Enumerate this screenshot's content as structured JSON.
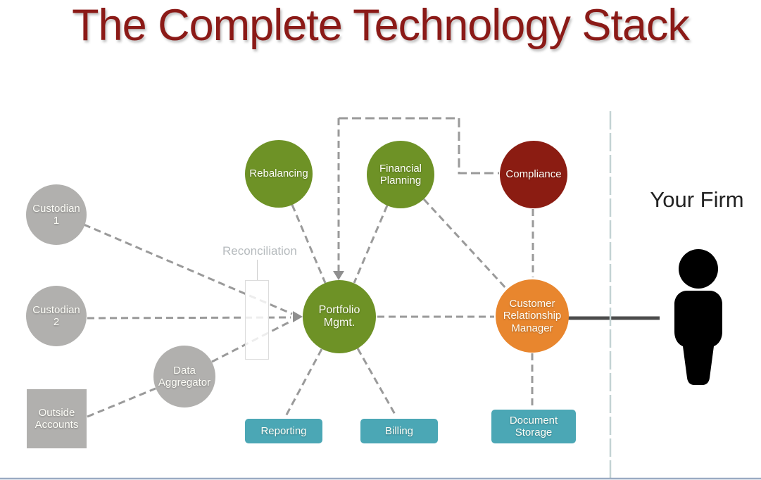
{
  "title": {
    "text": "The Complete Technology Stack",
    "color": "#8b1a17"
  },
  "your_firm": {
    "label": "Your Firm",
    "icon": "person-silhouette-icon"
  },
  "annotations": {
    "reconciliation": {
      "label": "Reconciliation"
    }
  },
  "nodes": {
    "custodian_1": {
      "label": "Custodian\n1",
      "shape": "circle",
      "color": "#b1b0ae"
    },
    "custodian_2": {
      "label": "Custodian\n2",
      "shape": "circle",
      "color": "#b1b0ae"
    },
    "data_aggregator": {
      "label": "Data\nAggregator",
      "shape": "circle",
      "color": "#b1b0ae"
    },
    "outside_accounts": {
      "label": "Outside\nAccounts",
      "shape": "square",
      "color": "#b1b0ae"
    },
    "rebalancing": {
      "label": "Rebalancing",
      "shape": "circle",
      "color": "#6e9226"
    },
    "financial_planning": {
      "label": "Financial\nPlanning",
      "shape": "circle",
      "color": "#6e9226"
    },
    "compliance": {
      "label": "Compliance",
      "shape": "circle",
      "color": "#8b1c12"
    },
    "portfolio_mgmt": {
      "label": "Portfolio\nMgmt.",
      "shape": "circle",
      "color": "#6e9226"
    },
    "customer_relationship_manager": {
      "label": "Customer\nRelationship\nManager",
      "shape": "circle",
      "color": "#e8862e"
    },
    "reporting": {
      "label": "Reporting",
      "shape": "rect",
      "color": "#4ba7b5"
    },
    "billing": {
      "label": "Billing",
      "shape": "rect",
      "color": "#4ba7b5"
    },
    "document_storage": {
      "label": "Document\nStorage",
      "shape": "rect",
      "color": "#4ba7b5"
    }
  },
  "connections": [
    "Custodian 1 -> Portfolio Mgmt. (dashed, arrow)",
    "Custodian 2 -> Portfolio Mgmt. (dashed, arrow)",
    "Outside Accounts -> Data Aggregator (dashed)",
    "Data Aggregator -> Portfolio Mgmt. (dashed, arrow)",
    "Rebalancing -> Portfolio Mgmt. (dashed)",
    "Financial Planning -> Portfolio Mgmt. (dashed)",
    "Financial Planning -> Customer Relationship Manager (dashed)",
    "Compliance -> Portfolio Mgmt. (dashed elbow over top, arrow into Portfolio Mgmt.)",
    "Compliance -> Customer Relationship Manager (dashed)",
    "Portfolio Mgmt. -> Customer Relationship Manager (dashed)",
    "Portfolio Mgmt. -> Reporting (dashed)",
    "Portfolio Mgmt. -> Billing (dashed)",
    "Customer Relationship Manager -> Document Storage (dashed)",
    "Customer Relationship Manager - Your Firm person (solid dark link)"
  ],
  "colors": {
    "dashed_line": "#9a9a9a",
    "solid_link": "#4c4c4c",
    "firm_divider": "#c3d2d3",
    "bottom_border": "#9aaac2",
    "reconciliation_text": "#b5babd"
  }
}
